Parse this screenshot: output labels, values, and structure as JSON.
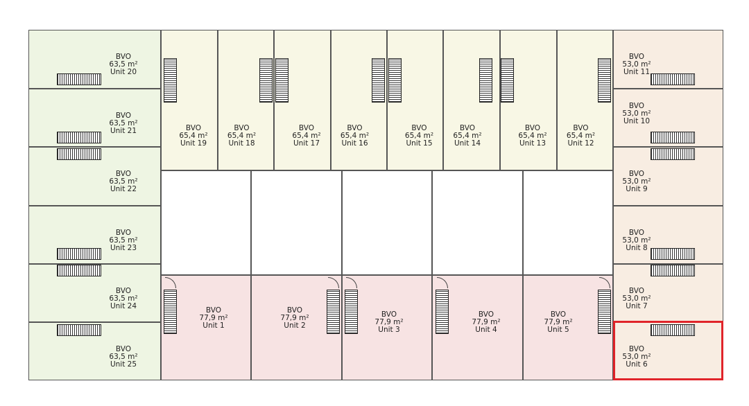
{
  "units": {
    "u20": {
      "type": "BVO",
      "area": "63,5 m²",
      "name": "Unit 20"
    },
    "u21": {
      "type": "BVO",
      "area": "63,5 m²",
      "name": "Unit 21"
    },
    "u22": {
      "type": "BVO",
      "area": "63,5 m²",
      "name": "Unit 22"
    },
    "u23": {
      "type": "BVO",
      "area": "63,5 m²",
      "name": "Unit 23"
    },
    "u24": {
      "type": "BVO",
      "area": "63,5 m²",
      "name": "Unit 24"
    },
    "u25": {
      "type": "BVO",
      "area": "63,5 m²",
      "name": "Unit 25"
    },
    "u19": {
      "type": "BVO",
      "area": "65,4 m²",
      "name": "Unit 19"
    },
    "u18": {
      "type": "BVO",
      "area": "65,4 m²",
      "name": "Unit 18"
    },
    "u17": {
      "type": "BVO",
      "area": "65,4 m²",
      "name": "Unit 17"
    },
    "u16": {
      "type": "BVO",
      "area": "65,4 m²",
      "name": "Unit 16"
    },
    "u15": {
      "type": "BVO",
      "area": "65,4 m²",
      "name": "Unit 15"
    },
    "u14": {
      "type": "BVO",
      "area": "65,4 m²",
      "name": "Unit 14"
    },
    "u13": {
      "type": "BVO",
      "area": "65,4 m²",
      "name": "Unit 13"
    },
    "u12": {
      "type": "BVO",
      "area": "65,4 m²",
      "name": "Unit 12"
    },
    "u11": {
      "type": "BVO",
      "area": "53,0 m²",
      "name": "Unit 11"
    },
    "u10": {
      "type": "BVO",
      "area": "53,0 m²",
      "name": "Unit 10"
    },
    "u9": {
      "type": "BVO",
      "area": "53,0 m²",
      "name": "Unit 9"
    },
    "u8": {
      "type": "BVO",
      "area": "53,0 m²",
      "name": "Unit 8"
    },
    "u7": {
      "type": "BVO",
      "area": "53,0 m²",
      "name": "Unit 7"
    },
    "u6": {
      "type": "BVO",
      "area": "53,0 m²",
      "name": "Unit 6"
    },
    "u1": {
      "type": "BVO",
      "area": "77,9 m²",
      "name": "Unit 1"
    },
    "u2": {
      "type": "BVO",
      "area": "77,9 m²",
      "name": "Unit 2"
    },
    "u3": {
      "type": "BVO",
      "area": "77,9 m²",
      "name": "Unit 3"
    },
    "u4": {
      "type": "BVO",
      "area": "77,9 m²",
      "name": "Unit 4"
    },
    "u5": {
      "type": "BVO",
      "area": "77,9 m²",
      "name": "Unit 5"
    }
  },
  "selected_unit": "u6",
  "colors": {
    "green": "#eef5e3",
    "yellow": "#f8f7e5",
    "beige": "#f8ede2",
    "pink": "#f7e3e3",
    "highlight": "#e0242a"
  }
}
